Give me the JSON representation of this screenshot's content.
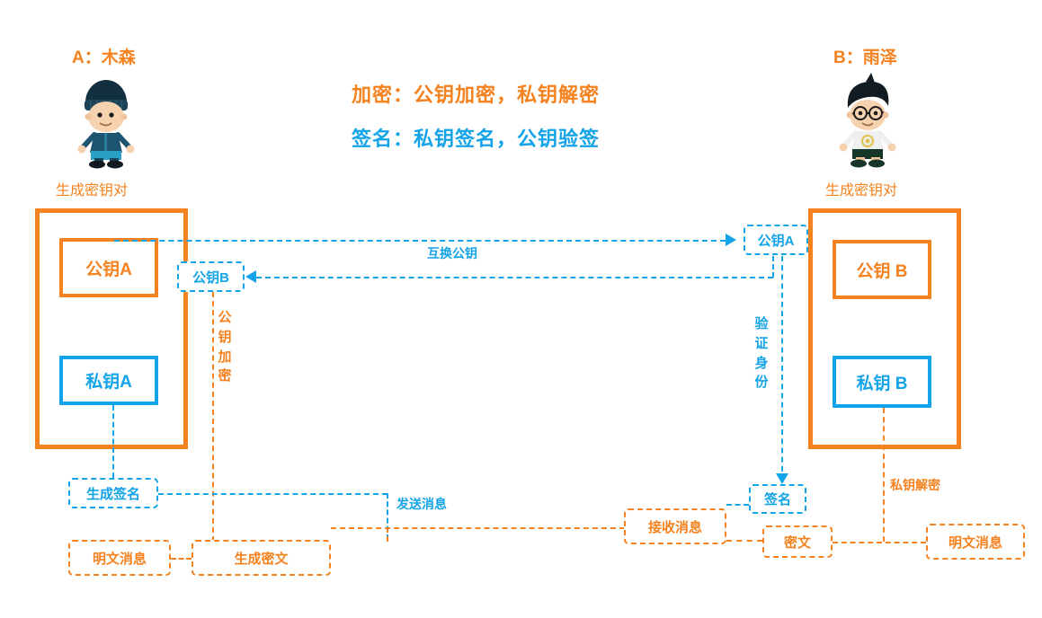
{
  "diagram": {
    "background": "#ffffff",
    "accent_orange": "#F5821F",
    "accent_blue": "#13A3E8"
  },
  "actors": {
    "left": {
      "name": "A：木森",
      "caption": "生成密钥对",
      "avatar_icon": "boy-with-beanie-avatar"
    },
    "right": {
      "name": "B：雨泽",
      "caption": "生成密钥对",
      "avatar_icon": "boy-with-glasses-avatar"
    }
  },
  "legend": {
    "line1": "加密：公钥加密，私钥解密",
    "line2": "签名：私钥签名，公钥验签"
  },
  "keys": {
    "a_public": "公钥A",
    "a_private": "私钥A",
    "b_public": "公钥 B",
    "b_private": "私钥 B",
    "a_holds_b_public": "公钥B",
    "b_holds_a_public": "公钥A"
  },
  "nodes": {
    "gen_signature": "生成签名",
    "plaintext_left": "明文消息",
    "gen_ciphertext": "生成密文",
    "receive_message": "接收消息",
    "signature": "签名",
    "ciphertext": "密文",
    "plaintext_right": "明文消息"
  },
  "edge_labels": {
    "exchange_keys": "互换公钥",
    "public_key_encrypt": "公钥加密",
    "verify_identity": "验证身份",
    "send_message": "发送消息",
    "private_key_decrypt": "私钥解密"
  }
}
